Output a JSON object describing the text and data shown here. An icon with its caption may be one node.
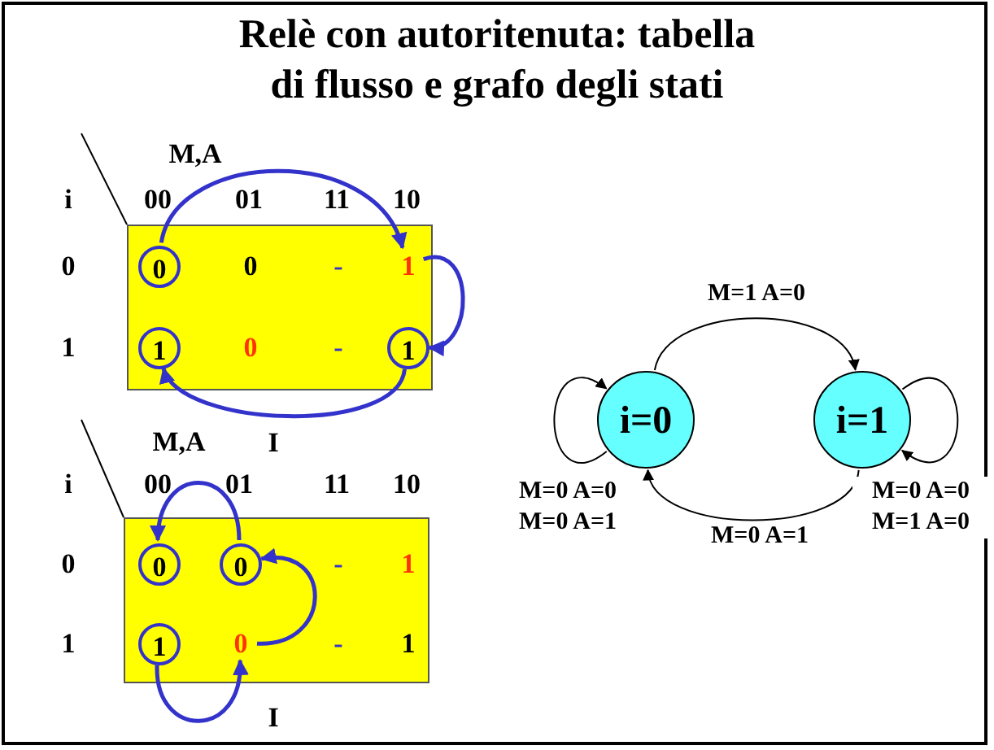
{
  "diagram": {
    "title": "Relè con autoritenuta: tabella di flusso e grafo degli stati",
    "nodes": [
      {
        "text": [],
        "shape": "box"
      },
      {
        "text": [
          "0"
        ],
        "in": 0
      },
      {
        "text": [
          "0"
        ],
        "in": 0
      },
      {
        "text": [
          "-"
        ],
        "in": 0
      },
      {
        "text": [
          "1"
        ],
        "in": 0
      },
      {
        "text": [
          "1"
        ],
        "in": 0
      },
      {
        "text": [
          "0"
        ],
        "in": 0
      },
      {
        "text": [
          "-"
        ],
        "in": 0
      },
      {
        "text": [
          "1"
        ],
        "in": 0
      },
      {
        "text": [],
        "shape": "box"
      },
      {
        "text": [
          "0"
        ],
        "in": 9
      },
      {
        "text": [
          "0"
        ],
        "in": 9
      },
      {
        "text": [
          "-"
        ],
        "in": 9
      },
      {
        "text": [
          "1"
        ],
        "in": 9
      },
      {
        "text": [
          "1"
        ],
        "in": 9
      },
      {
        "text": [
          "0"
        ],
        "in": 9
      },
      {
        "text": [
          "-"
        ],
        "in": 9
      },
      {
        "text": [
          "1"
        ],
        "in": 9
      },
      {
        "text": [
          "i=0"
        ]
      },
      {
        "text": [
          "i=1"
        ]
      }
    ],
    "edges": [
      {
        "from": 1,
        "to": 4,
        "arrow": "to"
      },
      {
        "from": 4,
        "to": 8,
        "arrow": "to"
      },
      {
        "from": 8,
        "to": 5,
        "arrow": "to",
        "label": "I"
      },
      {
        "from": 11,
        "to": 10,
        "arrow": "to"
      },
      {
        "from": 15,
        "to": 11,
        "arrow": "to"
      },
      {
        "from": 14,
        "to": 15,
        "arrow": "to",
        "label": "I"
      },
      {
        "from": 18,
        "to": 19,
        "arrow": "to",
        "label": "M=1 A=0",
        "color": "#000000"
      },
      {
        "from": 19,
        "to": 18,
        "arrow": "to",
        "label": "M=0 A=1",
        "color": "#000000"
      },
      {
        "from": 18,
        "to": 18,
        "arrow": "to",
        "label": "M=0 A=0 M=0 A=1",
        "color": "#000000"
      },
      {
        "from": 19,
        "to": 19,
        "arrow": "to",
        "label": "M=0 A=0 M=1 A=0",
        "color": "#000000"
      }
    ],
    "labels": [
      "M,A",
      "i",
      "00",
      "01",
      "11",
      "10",
      "0",
      "1",
      "M,A",
      "i",
      "00",
      "01",
      "11",
      "10",
      "0",
      "1"
    ]
  }
}
